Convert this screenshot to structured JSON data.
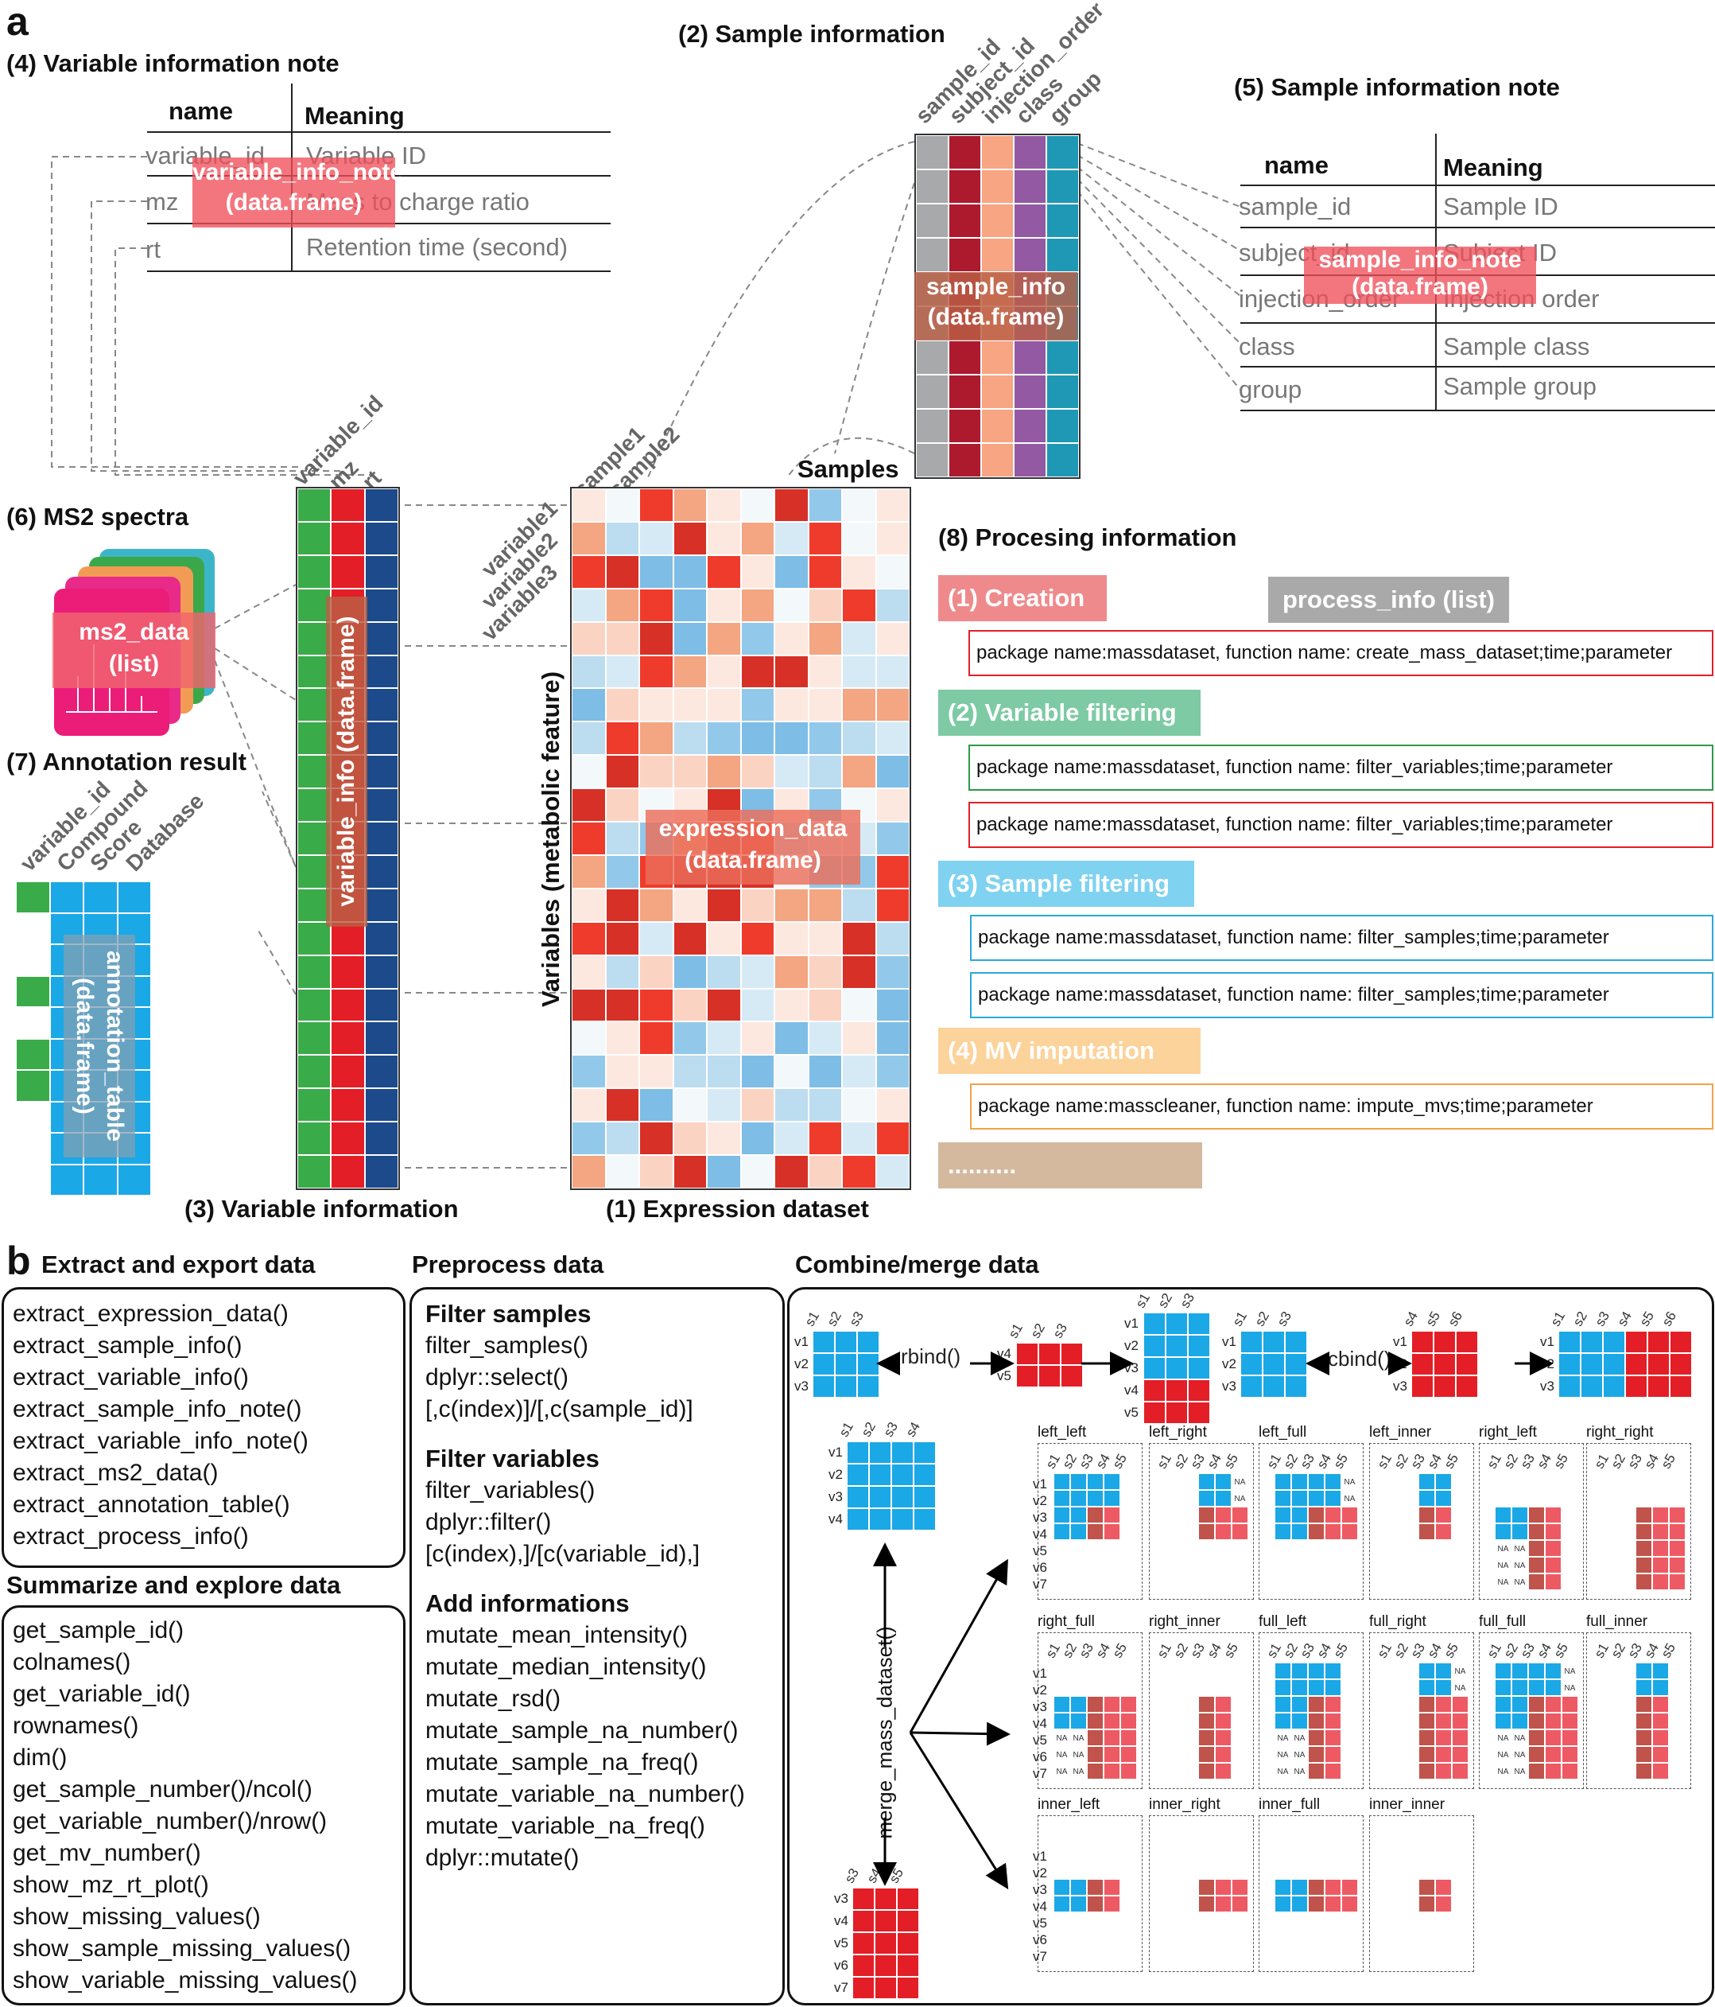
{
  "panel_a": {
    "letter": "a",
    "var_note": {
      "title": "(4) Variable information note",
      "head_name": "name",
      "head_meaning": "Meaning",
      "rows": [
        {
          "name": "variable_id",
          "meaning": "Variable ID"
        },
        {
          "name": "mz",
          "meaning": "Mass to charge ratio"
        },
        {
          "name": "rt",
          "meaning": "Retention time (second)"
        }
      ],
      "overlay": "variable_info_note\n(data.frame)"
    },
    "sample_info": {
      "title": "(2) Sample information",
      "columns": [
        "sample_id",
        "subject_id",
        "injection_order",
        "class",
        "group"
      ],
      "column_colors": [
        "#a7a9ab",
        "#ad1a2e",
        "#f7a582",
        "#9359a3",
        "#1f98b5"
      ],
      "overlay": "sample_info\n(data.frame)"
    },
    "sample_note": {
      "title": "(5) Sample information note",
      "head_name": "name",
      "head_meaning": "Meaning",
      "rows": [
        {
          "name": "sample_id",
          "meaning": "Sample ID"
        },
        {
          "name": "subject_id",
          "meaning": "Subject ID"
        },
        {
          "name": "injection_order",
          "meaning": "Injection order"
        },
        {
          "name": "class",
          "meaning": "Sample class"
        },
        {
          "name": "group",
          "meaning": "Sample group"
        }
      ],
      "overlay": "sample_info_note\n(data.frame)"
    },
    "ms2": {
      "title": "(6) MS2 spectra",
      "overlay": "ms2_data\n(list)"
    },
    "annotation": {
      "title": "(7) Annotation result",
      "columns": [
        "variable_id",
        "Compound",
        "Score",
        "Database"
      ],
      "overlay": "annotation_table\n(data.frame)"
    },
    "variable_info": {
      "title": "(3) Variable information",
      "columns": [
        "variable_id",
        "mz",
        "rt"
      ],
      "column_colors": [
        "#3aab49",
        "#e41e26",
        "#1c4a8a"
      ],
      "overlay": "variable_info (data.frame)"
    },
    "expression": {
      "title": "(1) Expression dataset",
      "col_labels": [
        "sample1",
        "sample2"
      ],
      "row_labels": [
        "variable1",
        "variable2",
        "variable3"
      ],
      "samples_label": "Samples",
      "y_axis": "Variables (metabolic feature)",
      "overlay": "expression_data\n(data.frame)"
    },
    "processing": {
      "title": "(8) Procesing information",
      "list_label": "process_info (list)",
      "steps": [
        {
          "label": "(1) Creation",
          "color": "#ef8a8c",
          "border": "#e41e26",
          "entries": [
            "package name:massdataset, function name: create_mass_dataset;time;parameter"
          ]
        },
        {
          "label": "(2) Variable filtering",
          "color": "#7dcaa4",
          "border": "#2d9a4a",
          "entries": [
            "package name:massdataset, function name: filter_variables;time;parameter",
            "package name:massdataset, function name: filter_variables;time;parameter"
          ]
        },
        {
          "label": "(3) Sample filtering",
          "color": "#7fd2f0",
          "border": "#29a8dd",
          "entries": [
            "package name:massdataset, function name: filter_samples;time;parameter",
            "package name:massdataset, function name: filter_samples;time;parameter"
          ]
        },
        {
          "label": "(4) MV imputation",
          "color": "#fbd39b",
          "border": "#f0a347",
          "entries": [
            "package name:masscleaner, function name: impute_mvs;time;parameter"
          ]
        }
      ],
      "ellipsis": ".........."
    }
  },
  "panel_b": {
    "letter": "b",
    "extract": {
      "title": "Extract and export data",
      "items": [
        "extract_expression_data()",
        "extract_sample_info()",
        "extract_variable_info()",
        "extract_sample_info_note()",
        "extract_variable_info_note()",
        "extract_ms2_data()",
        "extract_annotation_table()",
        "extract_process_info()"
      ]
    },
    "summarize": {
      "title": "Summarize and explore data",
      "items": [
        "get_sample_id()",
        "colnames()",
        "get_variable_id()",
        "rownames()",
        "dim()",
        "get_sample_number()/ncol()",
        "get_variable_number()/nrow()",
        "get_mv_number()",
        "show_mz_rt_plot()",
        "show_missing_values()",
        "show_sample_missing_values()",
        "show_variable_missing_values()"
      ]
    },
    "preprocess": {
      "title": "Preprocess data",
      "groups": [
        {
          "heading": "Filter samples",
          "items": [
            "filter_samples()",
            "dplyr::select()",
            "[,c(index)]/[,c(sample_id)]"
          ]
        },
        {
          "heading": "Filter variables",
          "items": [
            "filter_variables()",
            "dplyr::filter()",
            "[c(index),]/[c(variable_id),]"
          ]
        },
        {
          "heading": "Add informations",
          "items": [
            "mutate_mean_intensity()",
            "mutate_median_intensity()",
            "mutate_rsd()",
            "mutate_sample_na_number()",
            "mutate_sample_na_freq()",
            "mutate_variable_na_number()",
            "mutate_variable_na_freq()",
            "dplyr::mutate()"
          ]
        }
      ]
    },
    "combine": {
      "title": "Combine/merge data",
      "rbind": "rbind()",
      "cbind": "cbind()",
      "merge": "merge_mass_dataset()",
      "na": "NA",
      "joins": [
        "left_left",
        "left_right",
        "left_full",
        "left_inner",
        "right_left",
        "right_right",
        "right_full",
        "right_inner",
        "full_left",
        "full_right",
        "full_full",
        "full_inner",
        "inner_left",
        "inner_right",
        "inner_full",
        "inner_inner"
      ],
      "sample_labels": [
        "s1",
        "s2",
        "s3",
        "s4",
        "s5",
        "s6"
      ],
      "var_labels": [
        "v1",
        "v2",
        "v3",
        "v4",
        "v5",
        "v6",
        "v7"
      ],
      "blue": "#1ba8e6",
      "red": "#e41e26",
      "darkred": "#c0534b",
      "lightred": "#ee5a63"
    }
  }
}
